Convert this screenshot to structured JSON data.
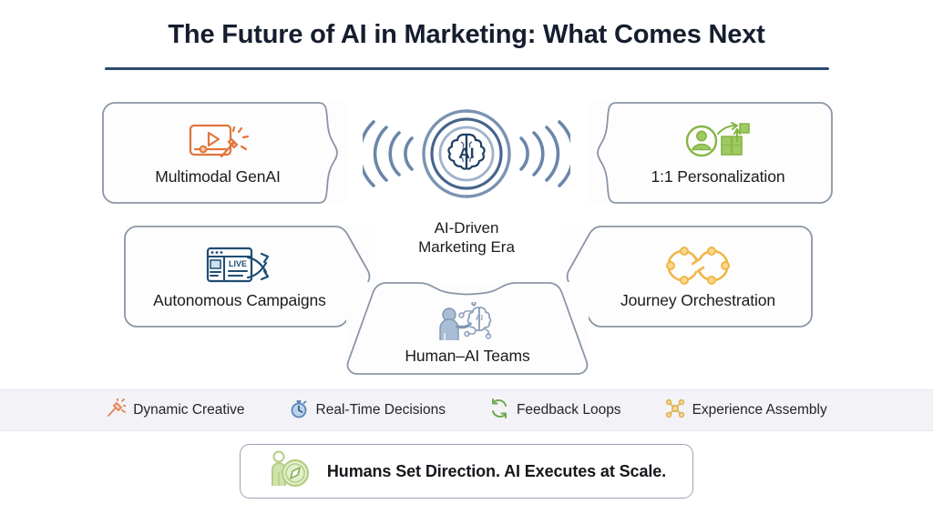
{
  "title": "The Future of AI in Marketing: What Comes Next",
  "hub": {
    "icon": "ai-brain-waves-icon",
    "brain_text": "AI",
    "label_line1": "AI-Driven",
    "label_line2": "Marketing Era"
  },
  "cards": [
    {
      "id": "multimodal",
      "label": "Multimodal GenAI",
      "icon": "video-magic-pen-icon",
      "color": "#e2743a"
    },
    {
      "id": "personalization",
      "label": "1:1 Personalization",
      "icon": "person-growth-steps-icon",
      "color": "#85b544"
    },
    {
      "id": "autonomous",
      "label": "Autonomous Campaigns",
      "icon": "live-browser-shuffle-icon",
      "color": "#1f4d73"
    },
    {
      "id": "journey",
      "label": "Journey Orchestration",
      "icon": "infinity-cycle-nodes-icon",
      "color": "#f0b84a"
    },
    {
      "id": "humanai",
      "label": "Human–AI Teams",
      "icon": "person-brain-circuit-icon",
      "color": "#8fa3bc"
    }
  ],
  "strip": [
    {
      "label": "Dynamic Creative",
      "icon": "magic-wand-icon",
      "color": "#e2875a"
    },
    {
      "label": "Real-Time Decisions",
      "icon": "stopwatch-icon",
      "color": "#5b86b8"
    },
    {
      "label": "Feedback Loops",
      "icon": "refresh-cycle-icon",
      "color": "#6aa84f"
    },
    {
      "label": "Experience Assembly",
      "icon": "node-network-icon",
      "color": "#e0b456"
    }
  ],
  "footer": {
    "icon": "person-compass-icon",
    "text": "Humans Set Direction. AI Executes at Scale."
  },
  "colors": {
    "title": "#151d2e",
    "rule": "#2b4a6f",
    "card_border": "#8b96a6",
    "card_fill": "#fdfdfe",
    "strip_bg": "#f3f3f7",
    "hub_wave": "#6b86a8",
    "hub_brain": "#1f3f63"
  }
}
